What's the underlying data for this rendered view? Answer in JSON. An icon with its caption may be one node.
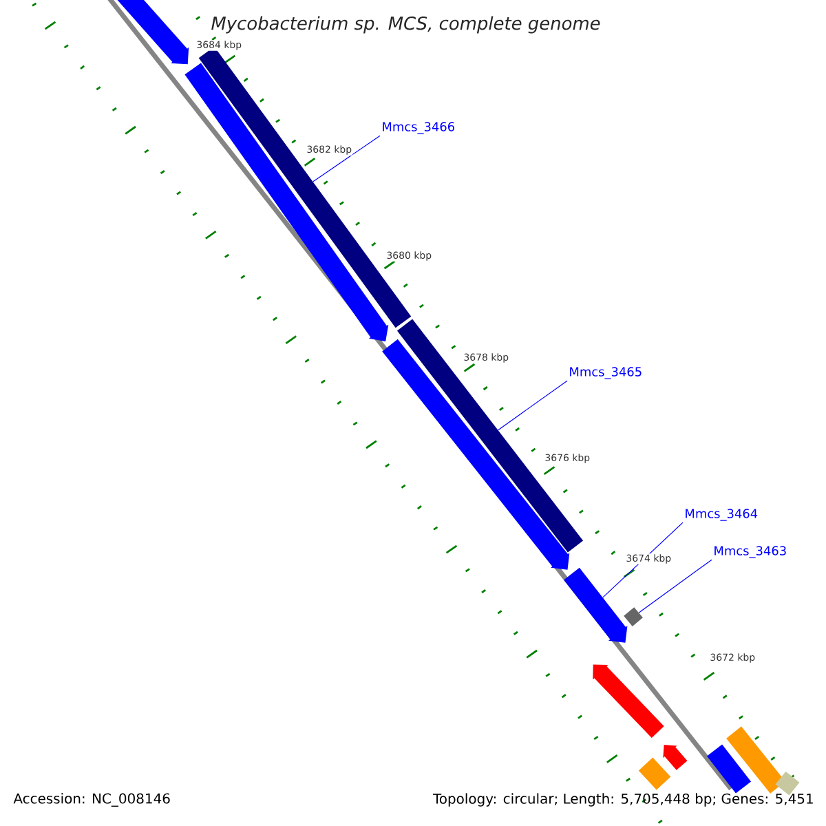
{
  "diagram": {
    "title": "Mycobacterium sp. MCS, complete genome",
    "nodes": [
      {
        "text": [
          "Mmcs_3466"
        ]
      },
      {
        "text": [
          "Mmcs_3465"
        ]
      },
      {
        "text": [
          "Mmcs_3464"
        ]
      },
      {
        "text": [
          "Mmcs_3463"
        ]
      },
      {
        "text": [],
        "shape": "arrow"
      },
      {
        "text": [],
        "shape": "bar"
      },
      {
        "text": [],
        "shape": "arrow"
      },
      {
        "text": [],
        "shape": "bar"
      },
      {
        "text": [],
        "shape": "arrow"
      },
      {
        "text": [],
        "shape": "arrow"
      },
      {
        "text": [],
        "shape": "diamond"
      },
      {
        "text": [],
        "shape": "arrow"
      },
      {
        "text": [],
        "shape": "arrow"
      },
      {
        "text": [],
        "shape": "bar"
      },
      {
        "text": [],
        "shape": "bar"
      },
      {
        "text": [],
        "shape": "bar"
      },
      {
        "text": [],
        "shape": "bar"
      }
    ],
    "edges": [
      {
        "from": 0,
        "to": 5,
        "arrow": "none"
      },
      {
        "from": 1,
        "to": 7,
        "arrow": "none"
      },
      {
        "from": 2,
        "to": 9,
        "arrow": "none"
      },
      {
        "from": 3,
        "to": 10,
        "arrow": "none"
      }
    ],
    "labels": [
      "3684 kbp",
      "3682 kbp",
      "3680 kbp",
      "3678 kbp",
      "3676 kbp",
      "3674 kbp",
      "3672 kbp",
      "Accession: NC_008146",
      "Topology: circular; Length: 5,705,448 bp; Genes: 5,451"
    ]
  }
}
